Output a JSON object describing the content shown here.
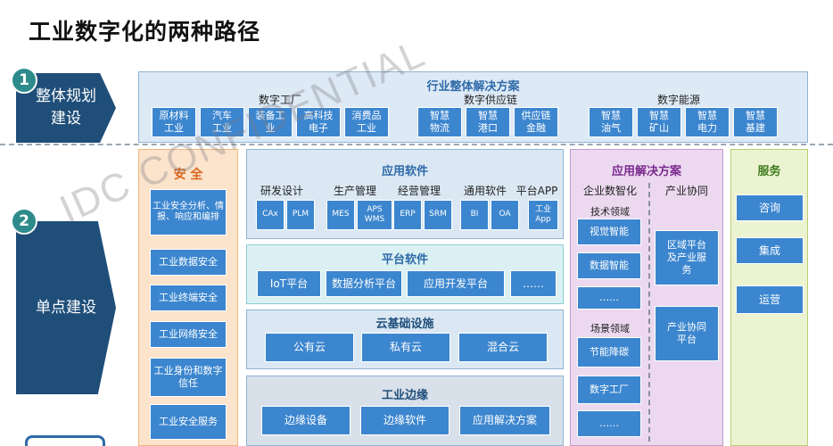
{
  "title": "工业数字化的两种路径",
  "left": {
    "num1": "1",
    "step1": "整体规划\n建设",
    "num2": "2",
    "step2": "单点建设"
  },
  "industry": {
    "title": "行业整体解决方案",
    "groups": [
      {
        "label": "数字工厂",
        "items": [
          "原材料\n工业",
          "汽车\n工业",
          "装备工\n业",
          "高科技\n电子",
          "消费品\n工业"
        ]
      },
      {
        "label": "数字供应链",
        "items": [
          "智慧\n物流",
          "智慧\n港口",
          "供应链\n金融"
        ]
      },
      {
        "label": "数字能源",
        "items": [
          "智慧\n油气",
          "智慧\n矿山",
          "智慧\n电力",
          "智慧\n基建"
        ]
      }
    ]
  },
  "security": {
    "title": "安 全",
    "items": [
      "工业安全分析、情报、响应和编排",
      "工业数据安全",
      "工业终端安全",
      "工业网络安全",
      "工业身份和数字信任",
      "工业安全服务"
    ]
  },
  "app_software": {
    "title": "应用软件",
    "groups": [
      {
        "label": "研发设计",
        "items": [
          "CAx",
          "PLM"
        ]
      },
      {
        "label": "生产管理",
        "items": [
          "MES",
          "APS\nWMS"
        ]
      },
      {
        "label": "经营管理",
        "items": [
          "ERP",
          "SRM"
        ]
      },
      {
        "label": "通用软件",
        "items": [
          "BI",
          "OA"
        ]
      },
      {
        "label": "平台APP",
        "items": [
          "工业\nApp"
        ]
      }
    ]
  },
  "platform": {
    "title": "平台软件",
    "items": [
      "IoT平台",
      "数据分析平台",
      "应用开发平台",
      "……"
    ]
  },
  "cloud": {
    "title": "云基础设施",
    "items": [
      "公有云",
      "私有云",
      "混合云"
    ]
  },
  "edge": {
    "title": "工业边缘",
    "items": [
      "边缘设备",
      "边缘软件",
      "应用解决方案"
    ]
  },
  "solutions": {
    "title": "应用解决方案",
    "col1_label": "企业数智化",
    "col2_label": "产业协同",
    "tech_label": "技术领域",
    "tech_items": [
      "视觉智能",
      "数据智能",
      "……"
    ],
    "scene_label": "场景领域",
    "scene_items": [
      "节能降碳",
      "数字工厂",
      "……"
    ],
    "collab_items": [
      "区域平台\n及产业服\n务",
      "产业协同\n平台"
    ]
  },
  "services": {
    "title": "服务",
    "items": [
      "咨询",
      "集成",
      "运营"
    ]
  },
  "watermark": "IDC CONFIDENTIAL",
  "colors": {
    "dark_blue": "#1f4e79",
    "box_blue": "#3c86cf",
    "teal": "#2e8b8b",
    "orange_title": "#d9651b"
  }
}
